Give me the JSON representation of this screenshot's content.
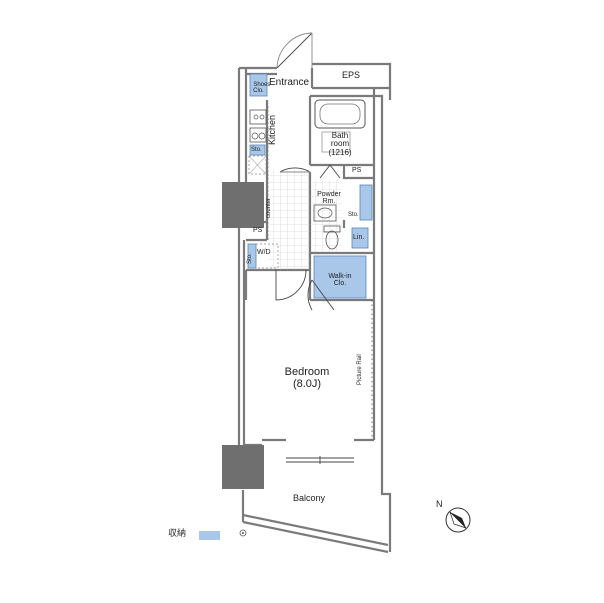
{
  "plan": {
    "rooms": {
      "eps": "EPS",
      "shoes_clo": "Shoes\nClo.",
      "entrance": "Entrance",
      "kitchen": "Kitchen",
      "bath_room": "Bath\nroom\n(1216)",
      "ps_top": "PS",
      "sto_kitchen": "Sto.",
      "powder_rm": "Powder\nRm.",
      "sto_powder": "Sto.",
      "counter": "counter",
      "lin": "Lin.",
      "ps_left": "PS",
      "wd": "W/D",
      "sto_wd": "Sto.",
      "walkin_clo": "Walk-in\nClo.",
      "bedroom": "Bedroom\n(8.0J)",
      "picture_rail": "Picture Rail",
      "balcony": "Balcony"
    },
    "legend": {
      "label": "収納",
      "color": "#a9c7e8"
    },
    "colors": {
      "storage": "#a9c7e8",
      "wall": "#7a7a7a",
      "column": "#6f6f6f",
      "floor_tile": "#c9c9c9"
    },
    "compass": {
      "label": "N"
    }
  }
}
